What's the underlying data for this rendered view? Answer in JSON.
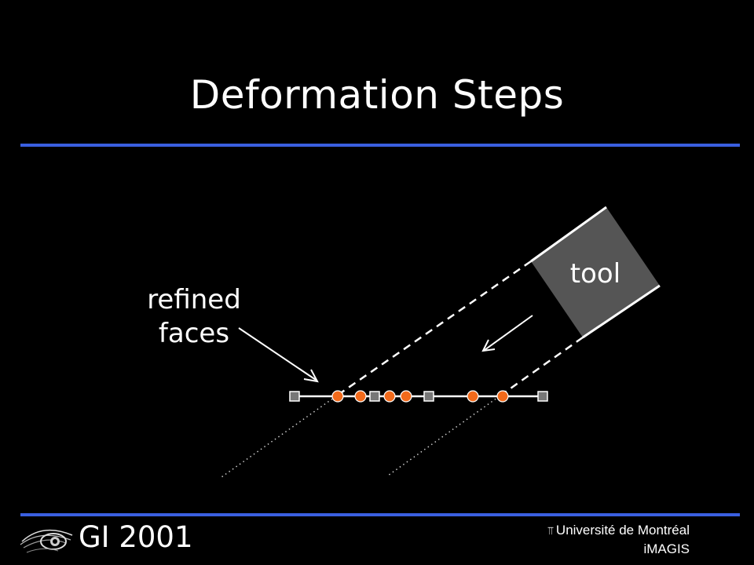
{
  "slide": {
    "title": "Deformation Steps",
    "accent_color": "#3a5fe0"
  },
  "diagram": {
    "tool_label": "tool",
    "annotation_label_line1": "refined",
    "annotation_label_line2": "faces",
    "tool_color": "#555555",
    "vertex_color": "#f26a1b",
    "node_color": "#777777"
  },
  "footer": {
    "conference": "GI 2001",
    "university": "Université de Montréal",
    "lab": "iMAGIS",
    "logo_icon": "eye-logo-icon"
  }
}
